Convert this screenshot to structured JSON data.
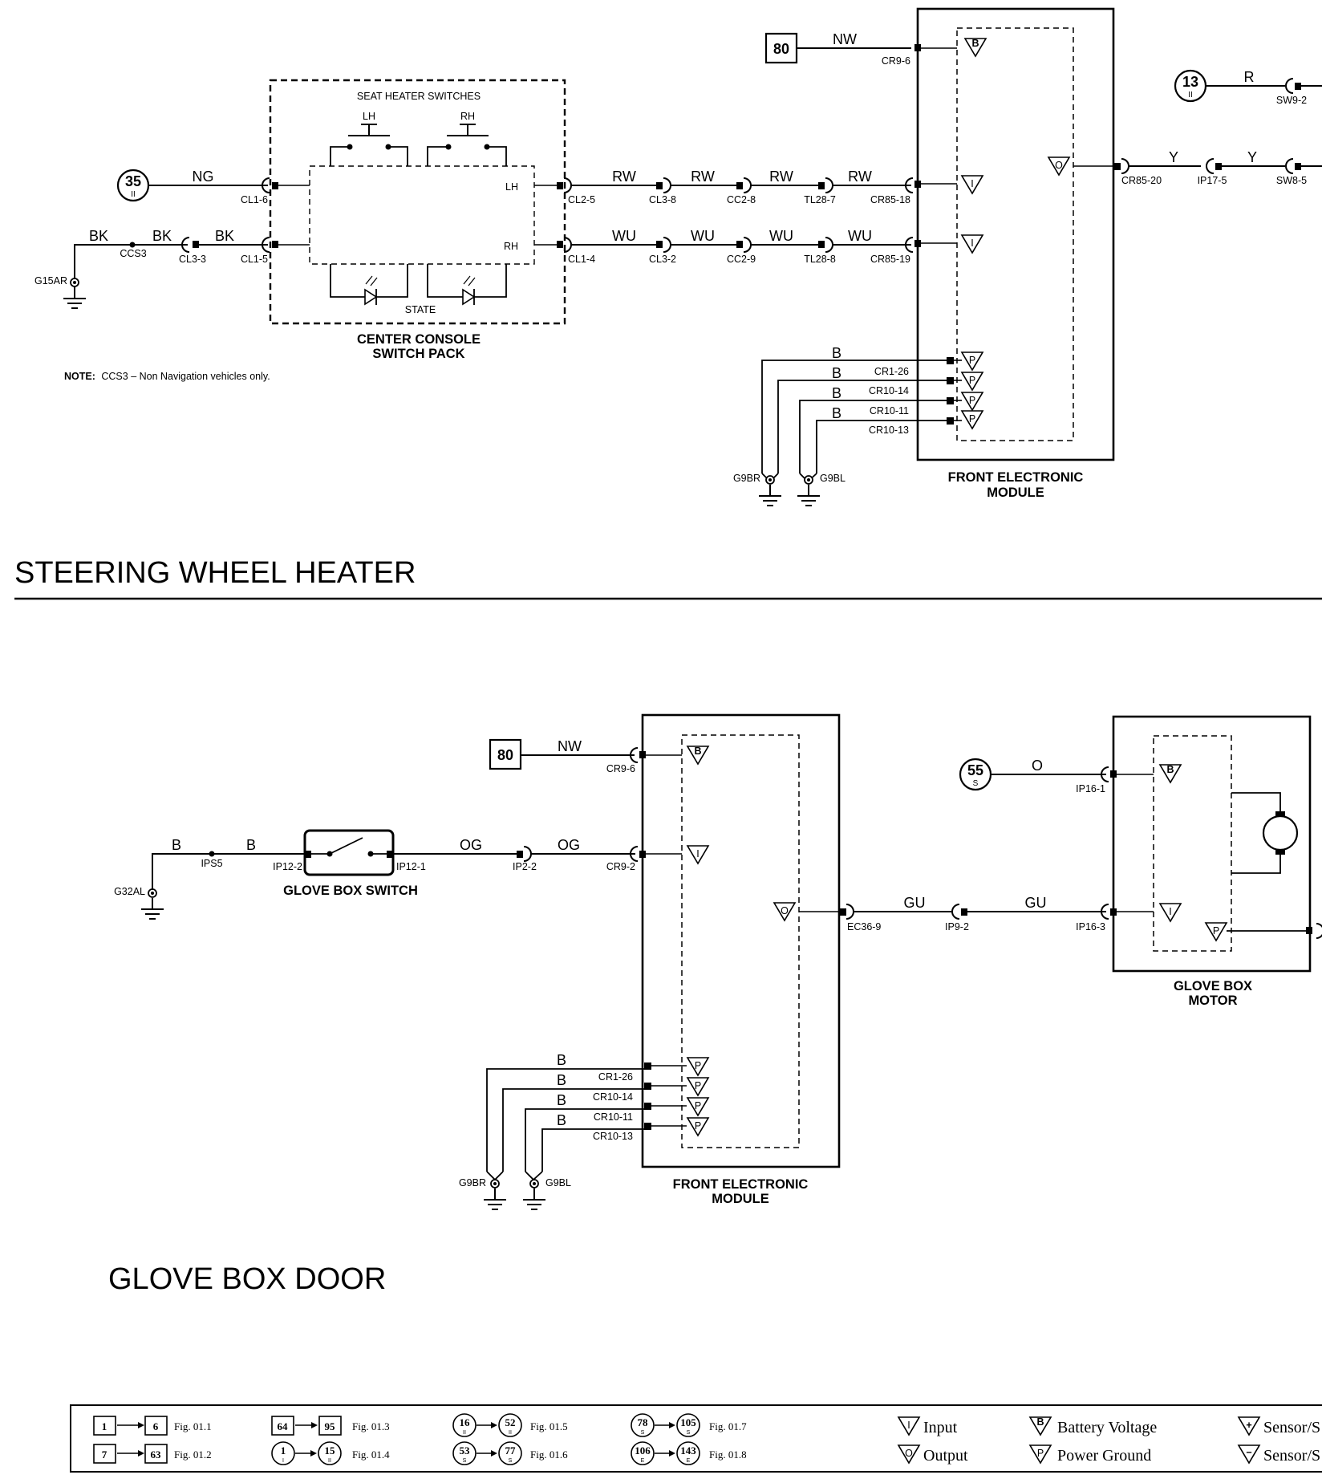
{
  "titles": {
    "steering_wheel_heater": "STEERING WHEEL HEATER",
    "glove_box_door": "GLOVE BOX DOOR"
  },
  "top": {
    "seat_heater_switches": "SEAT HEATER SWITCHES",
    "lh": "LH",
    "rh": "RH",
    "state": "STATE",
    "ccsp_line1": "CENTER CONSOLE",
    "ccsp_line2": "SWITCH PACK",
    "fem_line1": "FRONT ELECTRONIC",
    "fem_line2": "MODULE",
    "note_bold": "NOTE:",
    "note_text": "CCS3 – Non Navigation vehicles only.",
    "ref_80": "80",
    "ref_35": "35",
    "ref_35_sub": "II",
    "ref_13": "13",
    "ref_13_sub": "II",
    "wires": {
      "nw": "NW",
      "ng": "NG",
      "bk": "BK",
      "rw": "RW",
      "wu": "WU",
      "r": "R",
      "y": "Y",
      "b": "B"
    },
    "pins": {
      "cr9_6": "CR9-6",
      "cl1_6": "CL1-6",
      "cl1_5": "CL1-5",
      "ccs3": "CCS3",
      "cl3_3": "CL3-3",
      "g15ar": "G15AR",
      "cl2_5": "CL2-5",
      "cl1_4": "CL1-4",
      "cl3_8": "CL3-8",
      "cc2_8": "CC2-8",
      "tl28_7": "TL28-7",
      "cr85_18": "CR85-18",
      "cl3_2": "CL3-2",
      "cc2_9": "CC2-9",
      "tl28_8": "TL28-8",
      "cr85_19": "CR85-19",
      "cr85_20": "CR85-20",
      "ip17_5": "IP17-5",
      "sw8_5": "SW8-5",
      "sw9_2": "SW9-2",
      "cr1_26": "CR1-26",
      "cr10_14": "CR10-14",
      "cr10_11": "CR10-11",
      "cr10_13": "CR10-13",
      "g9br": "G9BR",
      "g9bl": "G9BL"
    },
    "symbols": {
      "b": "B",
      "i": "I",
      "o": "O",
      "p": "P"
    }
  },
  "bottom": {
    "ref_80": "80",
    "ref_55": "55",
    "ref_55_sub": "S",
    "glove_switch": "GLOVE BOX SWITCH",
    "fem_line1": "FRONT ELECTRONIC",
    "fem_line2": "MODULE",
    "motor_line1": "GLOVE BOX",
    "motor_line2": "MOTOR",
    "wires": {
      "nw": "NW",
      "b": "B",
      "og": "OG",
      "gu": "GU",
      "o": "O"
    },
    "pins": {
      "cr9_6": "CR9-6",
      "ips5": "IPS5",
      "ip12_2": "IP12-2",
      "ip12_1": "IP12-1",
      "ip2_2": "IP2-2",
      "cr9_2": "CR9-2",
      "g32al": "G32AL",
      "ec36_9": "EC36-9",
      "ip9_2": "IP9-2",
      "ip16_3": "IP16-3",
      "ip16_1": "IP16-1",
      "cr1_26": "CR1-26",
      "cr10_14": "CR10-14",
      "cr10_11": "CR10-11",
      "cr10_13": "CR10-13",
      "g9br": "G9BR",
      "g9bl": "G9BL"
    }
  },
  "legend": {
    "r1": [
      {
        "from": "1",
        "to": "6",
        "fig": "Fig. 01.1"
      },
      {
        "from": "64",
        "to": "95",
        "fig": "Fig. 01.3"
      },
      {
        "from": "16",
        "from_sub": "II",
        "to": "52",
        "to_sub": "II",
        "fig": "Fig. 01.5"
      },
      {
        "from": "78",
        "from_sub": "S",
        "to": "105",
        "to_sub": "S",
        "fig": "Fig. 01.7"
      }
    ],
    "r2": [
      {
        "from": "7",
        "to": "63",
        "fig": "Fig. 01.2"
      },
      {
        "from": "1",
        "from_sub": "I",
        "to": "15",
        "to_sub": "II",
        "fig": "Fig. 01.4"
      },
      {
        "from": "53",
        "from_sub": "S",
        "to": "77",
        "to_sub": "S",
        "fig": "Fig. 01.6"
      },
      {
        "from": "106",
        "from_sub": "E",
        "to": "143",
        "to_sub": "E",
        "fig": "Fig. 01.8"
      }
    ],
    "keys": {
      "input": "Input",
      "output": "Output",
      "battery_voltage": "Battery Voltage",
      "power_ground": "Power Ground",
      "sensor_plus": "Sensor/S",
      "sensor_minus": "Sensor/S"
    }
  }
}
